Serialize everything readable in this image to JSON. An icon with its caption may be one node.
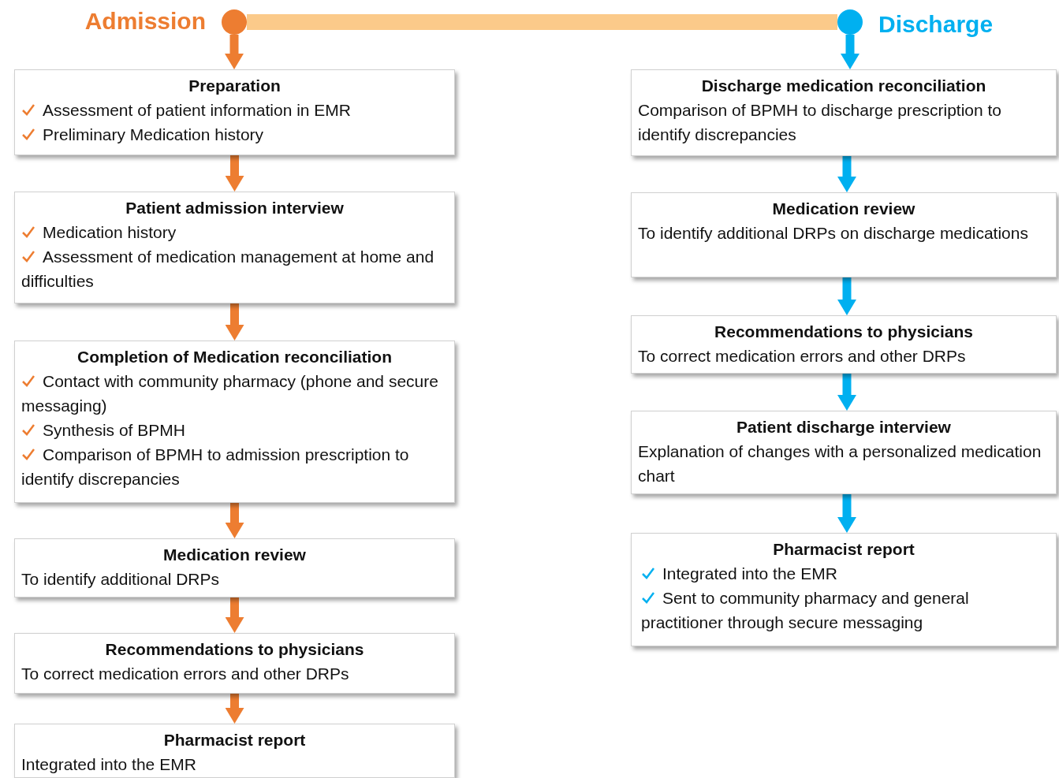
{
  "diagram": {
    "nodes": [
      {
        "text": [],
        "shape": "circle",
        "beside": [
          "Admission"
        ]
      },
      {
        "text": [],
        "shape": "circle",
        "beside": [
          "Discharge"
        ]
      },
      {
        "text": [
          "Preparation",
          "Assessment of patient information in EMR",
          "Preliminary Medication history"
        ]
      },
      {
        "text": [
          "Patient admission interview",
          "Medication history",
          "Assessment of medication management at home and difficulties"
        ]
      },
      {
        "text": [
          "Completion of Medication reconciliation",
          "Contact with community pharmacy (phone and secure messaging)",
          "Synthesis of BPMH",
          "Comparison of BPMH to admission prescription to identify discrepancies"
        ]
      },
      {
        "text": [
          "Medication review",
          "To identify additional DRPs"
        ]
      },
      {
        "text": [
          "Recommendations to physicians",
          "To correct medication errors and other DRPs"
        ]
      },
      {
        "text": [
          "Pharmacist report",
          "Integrated into the EMR"
        ]
      },
      {
        "text": [
          "Discharge medication reconciliation",
          "Comparison of BPMH to discharge prescription to identify discrepancies"
        ]
      },
      {
        "text": [
          "Medication review",
          "To identify additional DRPs on discharge medications"
        ]
      },
      {
        "text": [
          "Recommendations to physicians",
          "To correct medication errors and other DRPs"
        ]
      },
      {
        "text": [
          "Patient discharge interview",
          "Explanation of changes with a personalized medication chart"
        ]
      },
      {
        "text": [
          "Pharmacist report",
          "Integrated into the EMR",
          "Sent to community pharmacy and general practitioner through secure messaging"
        ]
      }
    ],
    "edges": [
      {
        "from": 0,
        "to": 1,
        "arrow": "none",
        "style": "thick",
        "color": "#fbca8a"
      },
      {
        "from": 0,
        "to": 2,
        "arrow": "to",
        "color": "#ed7d31"
      },
      {
        "from": 2,
        "to": 3,
        "arrow": "to",
        "color": "#ed7d31"
      },
      {
        "from": 3,
        "to": 4,
        "arrow": "to",
        "color": "#ed7d31"
      },
      {
        "from": 4,
        "to": 5,
        "arrow": "to",
        "color": "#ed7d31"
      },
      {
        "from": 5,
        "to": 6,
        "arrow": "to",
        "color": "#ed7d31"
      },
      {
        "from": 6,
        "to": 7,
        "arrow": "to",
        "color": "#ed7d31"
      },
      {
        "from": 1,
        "to": 8,
        "arrow": "to",
        "color": "#00b0f0"
      },
      {
        "from": 8,
        "to": 9,
        "arrow": "to",
        "color": "#00b0f0"
      },
      {
        "from": 9,
        "to": 10,
        "arrow": "to",
        "color": "#00b0f0"
      },
      {
        "from": 10,
        "to": 11,
        "arrow": "to",
        "color": "#00b0f0"
      },
      {
        "from": 11,
        "to": 12,
        "arrow": "to",
        "color": "#00b0f0"
      }
    ]
  }
}
